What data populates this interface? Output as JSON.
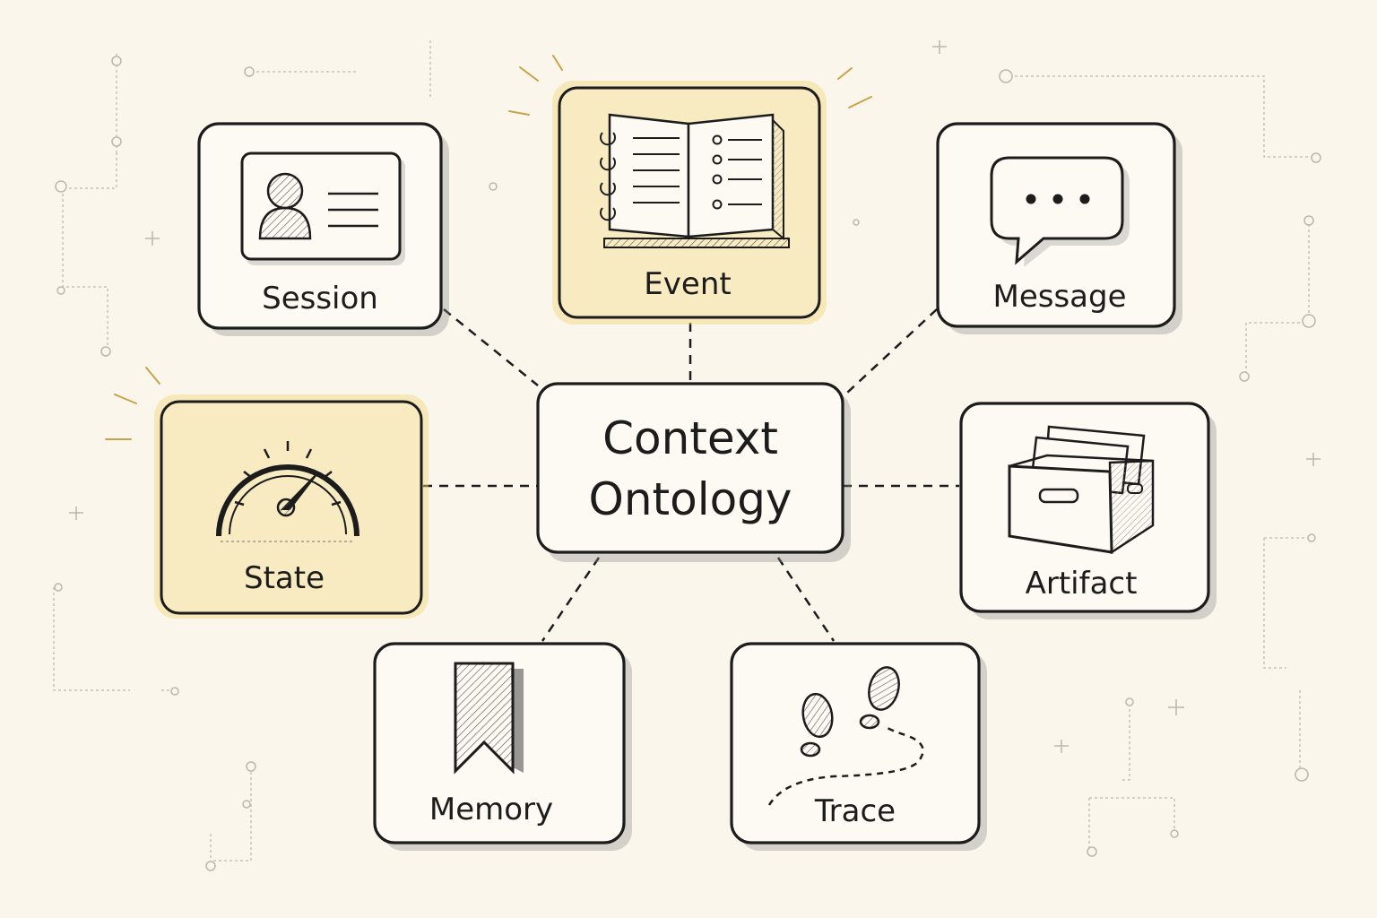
{
  "center": {
    "title_line1": "Context",
    "title_line2": "Ontology"
  },
  "nodes": {
    "session": {
      "label": "Session",
      "icon": "id-card-icon",
      "highlighted": false
    },
    "event": {
      "label": "Event",
      "icon": "open-book-icon",
      "highlighted": true
    },
    "message": {
      "label": "Message",
      "icon": "chat-bubble-icon",
      "highlighted": false
    },
    "state": {
      "label": "State",
      "icon": "gauge-icon",
      "highlighted": true
    },
    "artifact": {
      "label": "Artifact",
      "icon": "file-box-icon",
      "highlighted": false
    },
    "memory": {
      "label": "Memory",
      "icon": "bookmark-icon",
      "highlighted": false
    },
    "trace": {
      "label": "Trace",
      "icon": "footprints-icon",
      "highlighted": false
    }
  },
  "colors": {
    "background": "#fbf6ec",
    "highlight_fill": "#f8ebc2",
    "highlight_glow": "#f0d67a",
    "stroke": "#1c1c1c",
    "circuit": "#c8c2b6",
    "accent_rays": "#c8a24a"
  }
}
